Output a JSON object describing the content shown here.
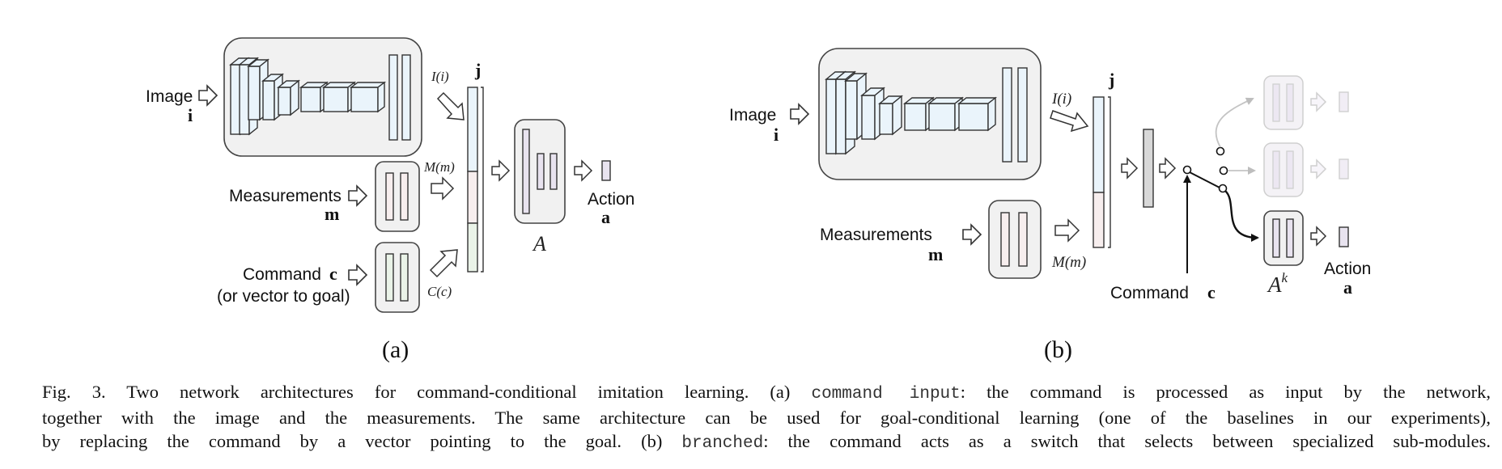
{
  "panel_a": {
    "image_label": "Image",
    "image_symbol": "i",
    "measurements_label": "Measurements",
    "measurements_symbol": "m",
    "command_label": "Command",
    "command_symbol": "c",
    "command_alt": "(or vector to goal)",
    "func_image": "I(i)",
    "func_meas": "M(m)",
    "func_cmd": "C(c)",
    "joint_symbol": "j",
    "action_module": "A",
    "action_label": "Action",
    "action_symbol": "a",
    "panel_label": "(a)"
  },
  "panel_b": {
    "image_label": "Image",
    "image_symbol": "i",
    "measurements_label": "Measurements",
    "measurements_symbol": "m",
    "func_image": "I(i)",
    "func_meas": "M(m)",
    "joint_symbol": "j",
    "command_label": "Command",
    "command_symbol": "c",
    "branch_module": "A",
    "branch_superscript": "k",
    "action_label": "Action",
    "action_symbol": "a",
    "panel_label": "(b)"
  },
  "caption": {
    "fig_label": "Fig. 3.",
    "part1": " Two network architectures for command-conditional imitation learning. (a) ",
    "code1": "command input",
    "part2": ": the command is processed as input by the network,",
    "line2": "together with the image and the measurements. The same architecture can be used for goal-conditional learning (one of the baselines in our experiments),",
    "part3": "by replacing the command by a vector pointing to the goal. (b) ",
    "code2": "branched",
    "part4": ": the command acts as a switch that selects between specialized sub-modules."
  },
  "colors": {
    "module_fill": "#f1f1f1",
    "conv_fill": "#eaf4fb",
    "meas_fill": "#f7eeee",
    "cmd_fill": "#eaf3e8",
    "action_fill": "#e8e3ef",
    "faded_fill": "#f4f2f6"
  }
}
